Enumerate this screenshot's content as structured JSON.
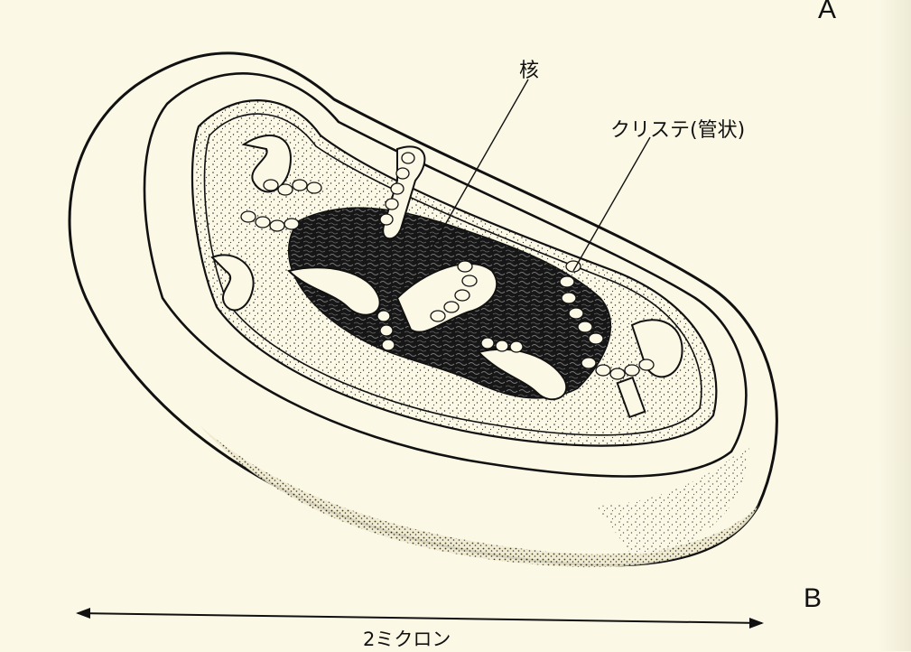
{
  "labels": {
    "corner_a": "A",
    "corner_b": "B",
    "nucleus": "核",
    "cristae": "クリステ(管状)",
    "scale": "2ミクロン"
  },
  "colors": {
    "background": "#fbf8e6",
    "ink": "#111111",
    "matrix_dark": "#161616"
  }
}
